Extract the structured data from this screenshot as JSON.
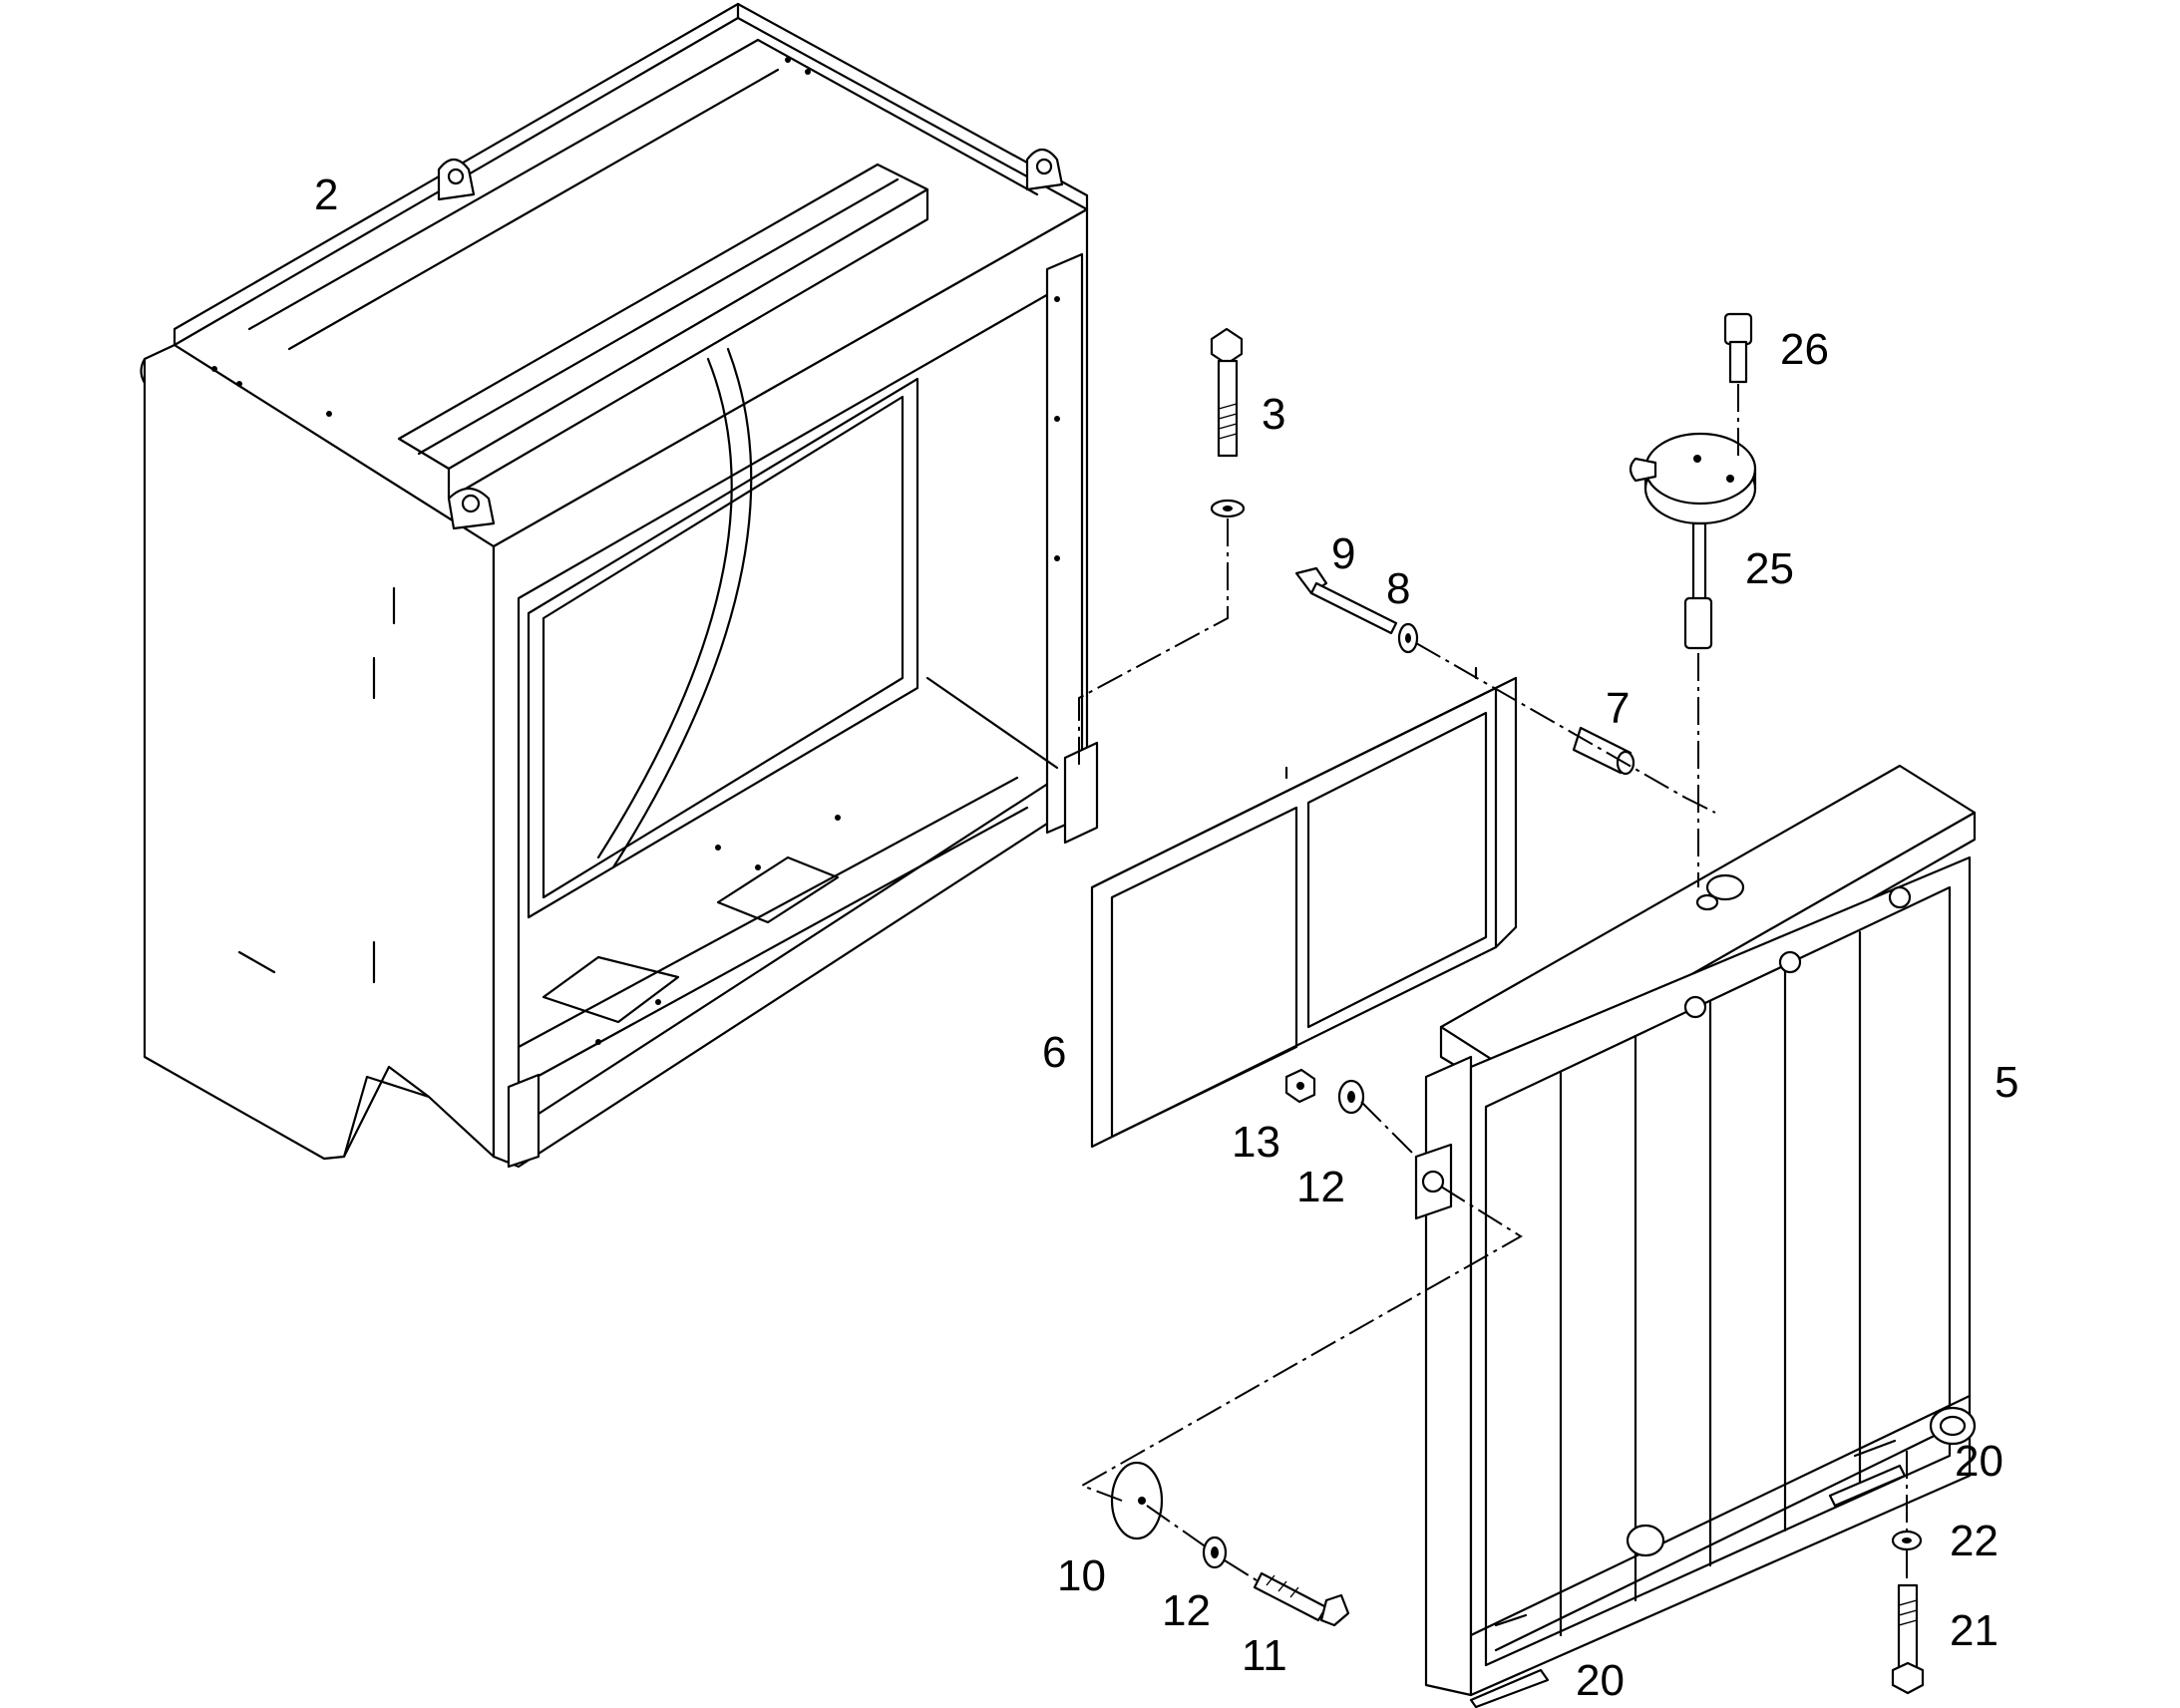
{
  "callouts": [
    {
      "id": "p2",
      "text": "2"
    },
    {
      "id": "p3",
      "text": "3"
    },
    {
      "id": "p5",
      "text": "5"
    },
    {
      "id": "p6",
      "text": "6"
    },
    {
      "id": "p7",
      "text": "7"
    },
    {
      "id": "p8",
      "text": "8"
    },
    {
      "id": "p9",
      "text": "9"
    },
    {
      "id": "p10",
      "text": "10"
    },
    {
      "id": "p11",
      "text": "11"
    },
    {
      "id": "p12a",
      "text": "12"
    },
    {
      "id": "p12b",
      "text": "12"
    },
    {
      "id": "p13",
      "text": "13"
    },
    {
      "id": "p20a",
      "text": "20"
    },
    {
      "id": "p20b",
      "text": "20"
    },
    {
      "id": "p21",
      "text": "21"
    },
    {
      "id": "p22",
      "text": "22"
    },
    {
      "id": "p25",
      "text": "25"
    },
    {
      "id": "p26",
      "text": "26"
    }
  ]
}
